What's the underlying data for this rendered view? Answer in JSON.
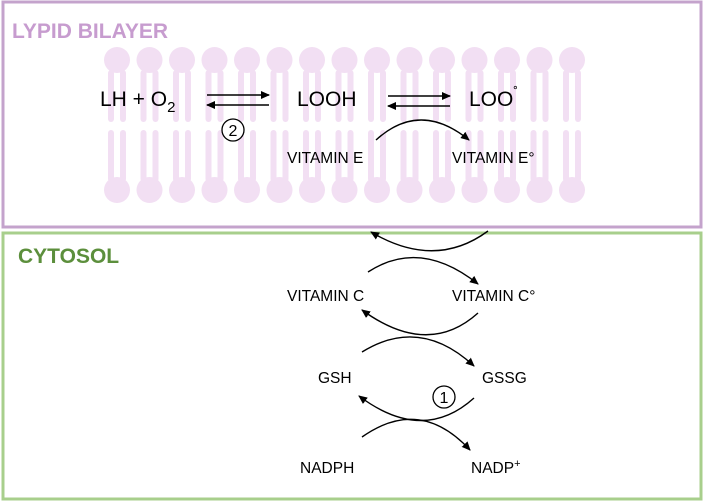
{
  "colors": {
    "bilayer_border": "#c4a3cc",
    "bilayer_title": "#c79ccf",
    "bilayer_lipid": "#f2dff3",
    "cytosol_border": "#a8cf8c",
    "cytosol_title": "#5c8f3c",
    "arrow": "#000000"
  },
  "bilayer": {
    "title": "LYPID BILAYER",
    "lh_o2_base": "LH + O",
    "lh_o2_sub": "2",
    "looh": "LOOH",
    "loo_base": "LOO",
    "loo_sup": "˚",
    "step_2": "2",
    "vitamin_e": "VITAMIN E",
    "vitamin_e_ox": "VITAMIN E°"
  },
  "cytosol": {
    "title": "CYTOSOL",
    "vitamin_c": "VITAMIN C",
    "vitamin_c_ox": "VITAMIN C°",
    "gsh": "GSH",
    "gssg": "GSSG",
    "step_1": "1",
    "nadph": "NADPH",
    "nadp_base": "NADP",
    "nadp_sup": "+"
  }
}
